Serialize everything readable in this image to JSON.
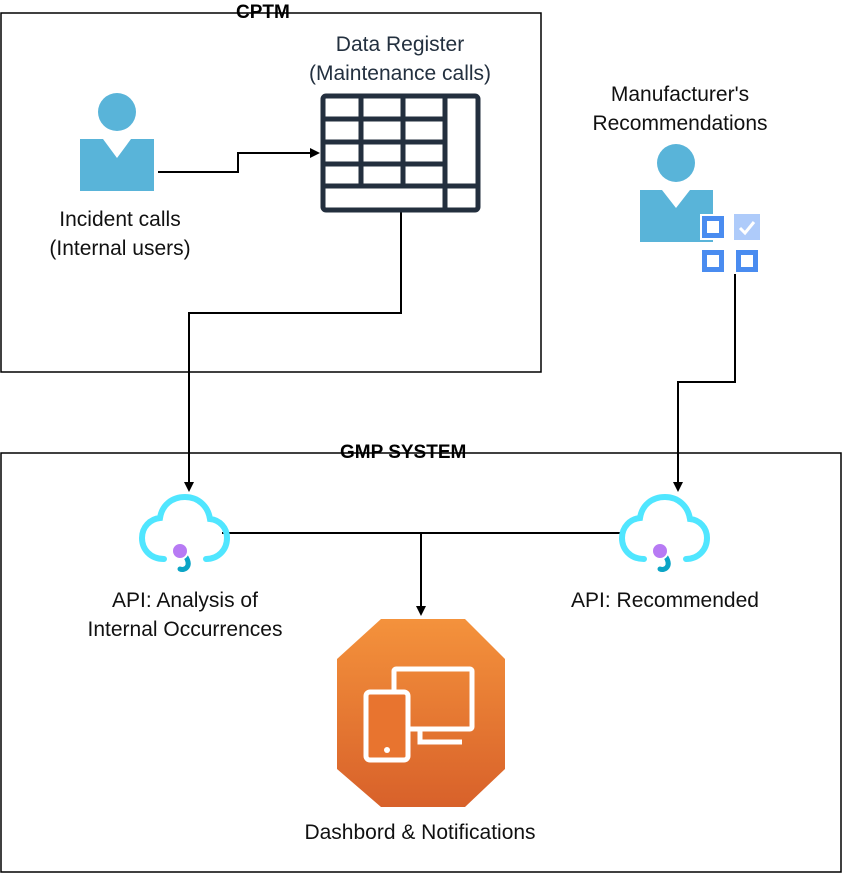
{
  "groups": {
    "cptm": {
      "title": "CPTM"
    },
    "gmp": {
      "title": "GMP SYSTEM"
    }
  },
  "nodes": {
    "incident_calls": {
      "line1": "Incident calls",
      "line2": "(Internal users)",
      "icon": "user-icon"
    },
    "data_register": {
      "line1": "Data Register",
      "line2": "(Maintenance calls)",
      "icon": "table-icon"
    },
    "manufacturer": {
      "line1": "Manufacturer's",
      "line2": "Recommendations",
      "icon": "user-checklist-icon"
    },
    "api_internal": {
      "line1": "API: Analysis of",
      "line2": "Internal Occurrences",
      "icon": "cloud-api-icon"
    },
    "api_recommended": {
      "line1": "API: Recommended",
      "icon": "cloud-api-icon"
    },
    "dashboard": {
      "line1": "Dashbord & Notifications",
      "icon": "devices-hexagon-icon"
    }
  },
  "colors": {
    "user": "#59b4d9",
    "table": "#232f3e",
    "cloud": "#50e6ff",
    "cloud_dot": "#b77af4",
    "hex_top": "#f08a3a",
    "hex_bottom": "#d9622b",
    "checklist": "#4a8cf0"
  }
}
